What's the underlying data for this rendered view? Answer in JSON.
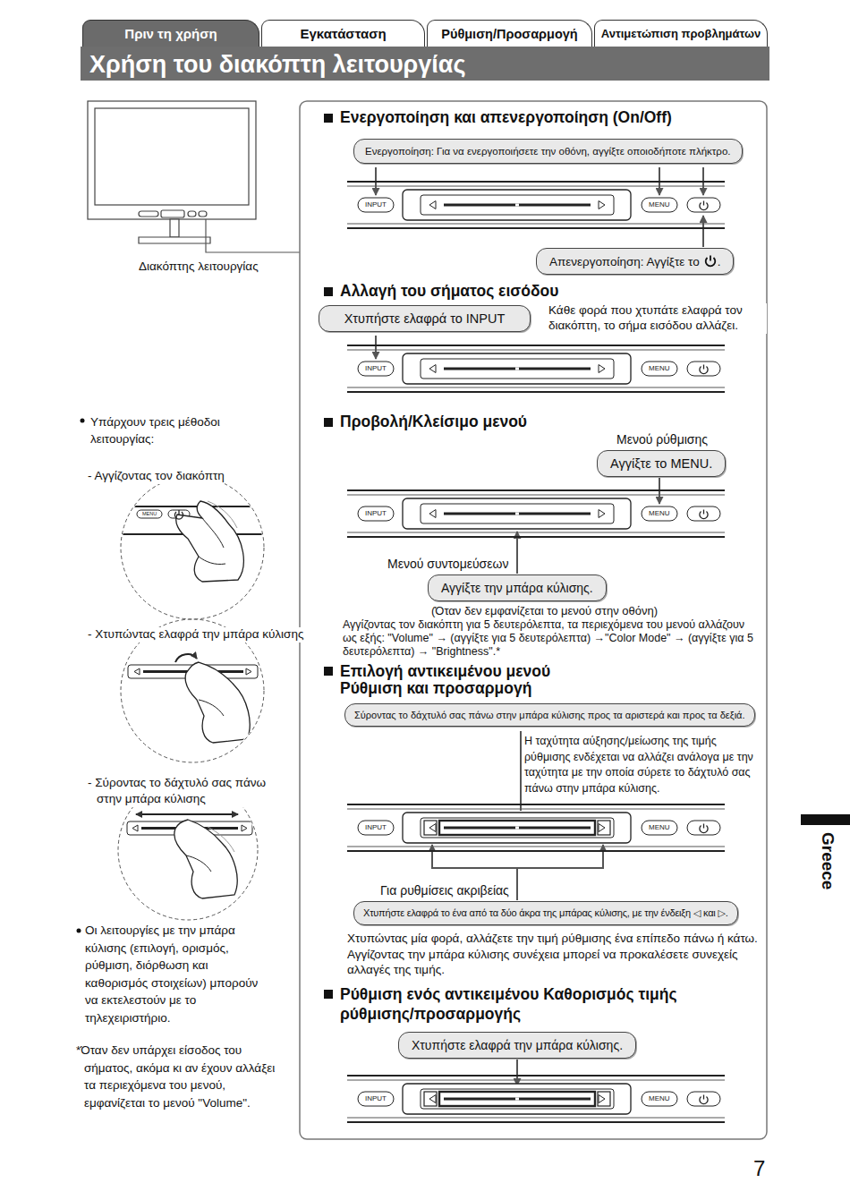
{
  "diagram": {
    "title": "Χρήση του διακόπτη λειτουργίας",
    "nodes": [
      {
        "text": [
          "Πριν τη χρήση"
        ]
      },
      {
        "text": [
          "Εγκατάσταση"
        ]
      },
      {
        "text": [
          "Ρύθμιση/Προσαρμογή"
        ]
      },
      {
        "text": [
          "Αντιμετώπιση προβλημάτων"
        ]
      },
      {
        "text": [
          "Ενεργοποίηση: Για να ενεργοποιήσετε την οθόνη, αγγίξτε οποιοδήποτε πλήκτρο."
        ]
      },
      {
        "text": [
          "Απενεργοποίηση: Αγγίξτε το",
          "."
        ]
      },
      {
        "text": [
          "Χτυπήστε ελαφρά το INPUT"
        ]
      },
      {
        "text": [
          "Μενού ρύθμισης",
          "Αγγίξτε το MENU."
        ]
      },
      {
        "text": [
          "Μενού συντομεύσεων",
          "Αγγίξτε την μπάρα κύλισης."
        ]
      },
      {
        "text": [
          "Σύροντας το δάχτυλό σας πάνω στην μπάρα κύλισης προς τα αριστερά και προς τα δεξιά."
        ]
      },
      {
        "text": [
          "Για ρυθμίσεις ακριβείας",
          "Χτυπήστε ελαφρά το ένα από τα δύο άκρα της μπάρας κύλισης, με την ένδειξη ◁ και ▷."
        ]
      },
      {
        "text": [
          "Χτυπήστε ελαφρά την μπάρα κύλισης."
        ]
      }
    ],
    "labels": [
      "Διακόπτης λειτουργίας",
      "Ενεργοποίηση και απενεργοποίηση (On/Off)",
      "INPUT",
      "MENU",
      "Αλλαγή του σήματος εισόδου",
      "Κάθε φορά που χτυπάτε ελαφρά τον διακόπτη, το σήμα εισόδου αλλάζει.",
      "INPUT",
      "MENU",
      "Υπάρχουν τρεις μέθοδοι λειτουργίας:",
      "- Αγγίζοντας τον διακόπτη",
      "MENU",
      "Προβολή/Κλείσιμο μενού",
      "INPUT",
      "MENU",
      "(Όταν δεν εμφανίζεται το μενού στην οθόνη)",
      "Αγγίζοντας τον διακόπτη για 5 δευτερόλεπτα, τα περιεχόμενα του μενού αλλάζουν ως εξής: \"Volume\" → (αγγίξτε για 5 δευτερόλεπτα) →\"Color Mode\" → (αγγίξτε για 5 δευτερόλεπτα) → \"Brightness\".*",
      "- Χτυπώντας ελαφρά την μπάρα κύλισης",
      "Επιλογή αντικειμένου μενού Ρύθμιση και προσαρμογή",
      "Η ταχύτητα αύξησης/μείωσης της τιμής ρύθμισης ενδέχεται να αλλάζει ανάλογα με την ταχύτητα με την οποία σύρετε το δάχτυλό σας πάνω στην μπάρα κύλισης.",
      "- Σύροντας το δάχτυλό σας πάνω στην μπάρα κύλισης",
      "INPUT",
      "MENU",
      "Greece",
      "Οι λειτουργίες με την μπάρα κύλισης (επιλογή, ορισμός, ρύθμιση, διόρθωση και καθορισμός στοιχείων) μπορούν να εκτελεστούν με το τηλεχειριστήριο.",
      "Χτυπώντας μία φορά, αλλάζετε την τιμή ρύθμισης ένα επίπεδο πάνω ή κάτω. Αγγίζοντας την μπάρα κύλισης συνέχεια μπορεί να προκαλέσετε συνεχείς αλλαγές της τιμής.",
      "Ρύθμιση ενός αντικειμένου Καθορισμός τιμής ρύθμισης/προσαρμογής",
      "INPUT",
      "MENU",
      "*Όταν δεν υπάρχει είσοδος του σήματος, ακόμα κι αν έχουν αλλάξει τα περιεχόμενα του μενού, εμφανίζεται το μενού \"Volume\".",
      "7"
    ]
  }
}
